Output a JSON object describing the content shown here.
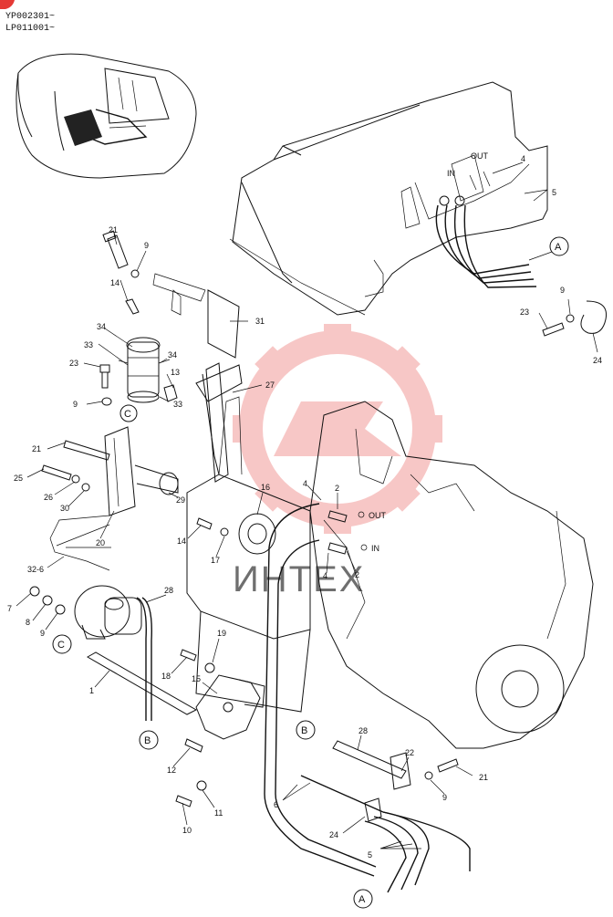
{
  "header": {
    "serial_line_1": "YP002301~",
    "serial_line_2": "LP011001~"
  },
  "watermark": {
    "text": "ИНТЕХ",
    "color": "#e53935"
  },
  "port_labels": {
    "top_out": "OUT",
    "top_in": "IN",
    "mid_out": "OUT",
    "mid_in": "IN"
  },
  "callouts": {
    "a_top": "A",
    "a_bottom": "A",
    "b_left": "B",
    "b_right": "B",
    "c_upper": "C",
    "c_lower": "C"
  },
  "part_numbers": {
    "p21_top": "21",
    "p9_top": "9",
    "p14_top": "14",
    "p31": "31",
    "p34_a": "34",
    "p33_a": "33",
    "p34_b": "34",
    "p23_left": "23",
    "p13": "13",
    "p9_mid": "9",
    "p33_b": "33",
    "p27": "27",
    "p21_left": "21",
    "p25": "25",
    "p26": "26",
    "p30": "30",
    "p29": "29",
    "p20": "20",
    "p14_mid": "14",
    "p17": "17",
    "p16": "16",
    "p4_a": "4",
    "p2_a": "2",
    "p4_b": "4",
    "p2_b": "2",
    "p32_6": "32-6",
    "p7": "7",
    "p8": "8",
    "p9_low": "9",
    "p28_a": "28",
    "p1": "1",
    "p18": "18",
    "p19": "19",
    "p15": "15",
    "p12": "12",
    "p10": "10",
    "p11": "11",
    "p6": "6",
    "p28_b": "28",
    "p22": "22",
    "p21_right": "21",
    "p9_right": "9",
    "p24_bottom": "24",
    "p5_bottom": "5",
    "p4_top": "4",
    "p5_top": "5",
    "p23_right": "23",
    "p9_rt": "9",
    "p24_right": "24"
  }
}
